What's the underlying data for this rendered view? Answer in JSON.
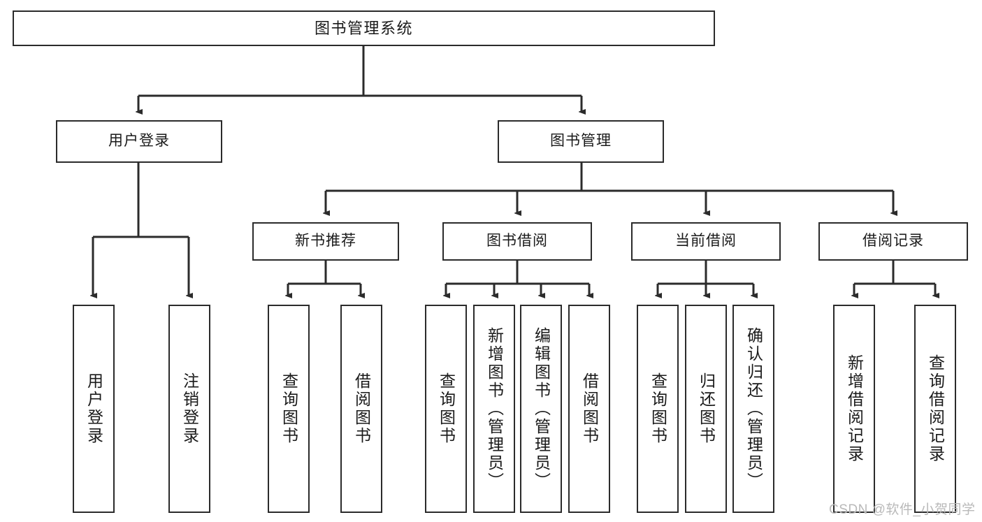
{
  "diagram": {
    "title": "图书管理系统",
    "type": "tree-hierarchy",
    "stroke_color": "#2b2b2b",
    "fill_color": "#ffffff",
    "text_color": "#1a1a1a",
    "watermark": "CSDN @软件_小贺同学",
    "levels": {
      "root": {
        "label": "图书管理系统"
      },
      "level2": [
        {
          "id": "user-login",
          "label": "用户登录"
        },
        {
          "id": "book-manage",
          "label": "图书管理"
        }
      ],
      "level3": [
        {
          "id": "new-book-recommend",
          "label": "新书推荐",
          "parent": "book-manage"
        },
        {
          "id": "book-borrow",
          "label": "图书借阅",
          "parent": "book-manage"
        },
        {
          "id": "current-borrow",
          "label": "当前借阅",
          "parent": "book-manage"
        },
        {
          "id": "borrow-record",
          "label": "借阅记录",
          "parent": "book-manage"
        }
      ],
      "leaves": [
        {
          "id": "leaf-user-login",
          "label": "用户登录",
          "parent": "user-login"
        },
        {
          "id": "leaf-user-logout",
          "label": "注销登录",
          "parent": "user-login"
        },
        {
          "id": "leaf-query-book-1",
          "label": "查询图书",
          "parent": "new-book-recommend"
        },
        {
          "id": "leaf-borrow-book-1",
          "label": "借阅图书",
          "parent": "new-book-recommend"
        },
        {
          "id": "leaf-query-book-2",
          "label": "查询图书",
          "parent": "book-borrow"
        },
        {
          "id": "leaf-add-book",
          "label": "新增图书（管理员）",
          "parent": "book-borrow"
        },
        {
          "id": "leaf-edit-book",
          "label": "编辑图书（管理员）",
          "parent": "book-borrow"
        },
        {
          "id": "leaf-borrow-book-2",
          "label": "借阅图书",
          "parent": "book-borrow"
        },
        {
          "id": "leaf-query-book-3",
          "label": "查询图书",
          "parent": "current-borrow"
        },
        {
          "id": "leaf-return-book",
          "label": "归还图书",
          "parent": "current-borrow"
        },
        {
          "id": "leaf-confirm-return",
          "label": "确认归还（管理员）",
          "parent": "current-borrow"
        },
        {
          "id": "leaf-add-borrow-record",
          "label": "新增借阅记录",
          "parent": "borrow-record"
        },
        {
          "id": "leaf-query-borrow-record",
          "label": "查询借阅记录",
          "parent": "borrow-record"
        }
      ]
    }
  }
}
